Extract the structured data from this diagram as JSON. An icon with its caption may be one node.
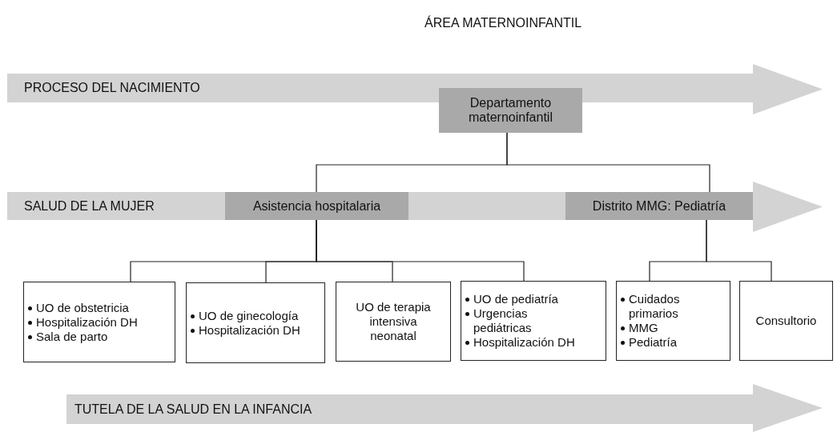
{
  "diagram": {
    "title": "ÁREA MATERNOINFANTIL",
    "nodes": [
      {
        "text": [
          "PROCESO DEL NACIMIENTO"
        ]
      },
      {
        "text": [
          "Departamento maternoinfantil"
        ]
      },
      {
        "text": [
          "SALUD DE LA MUJER"
        ]
      },
      {
        "text": [
          "Asistencia hospitalaria"
        ],
        "in": 2
      },
      {
        "text": [
          "Distrito MMG: Pediatría"
        ],
        "in": 2
      },
      {
        "text": [
          "UO de obstetricia",
          "Hospitalización DH",
          "Sala de parto"
        ]
      },
      {
        "text": [
          "UO de ginecología",
          "Hospitalización DH"
        ]
      },
      {
        "text": [
          "UO de terapia intensiva neonatal"
        ]
      },
      {
        "text": [
          "UO de pediatría",
          "Urgencias pediátricas",
          "Hospitalización DH"
        ]
      },
      {
        "text": [
          "Cuidados primarios",
          "MMG",
          "Pediatría"
        ]
      },
      {
        "text": [
          "Consultorio"
        ]
      },
      {
        "text": [
          "TUTELA DE LA SALUD EN LA INFANCIA"
        ]
      }
    ],
    "edges": [
      {
        "from": 1,
        "to": 3,
        "arrow": "none"
      },
      {
        "from": 1,
        "to": 4,
        "arrow": "none"
      },
      {
        "from": 3,
        "to": 5,
        "arrow": "none"
      },
      {
        "from": 3,
        "to": 6,
        "arrow": "none"
      },
      {
        "from": 3,
        "to": 7,
        "arrow": "none"
      },
      {
        "from": 3,
        "to": 8,
        "arrow": "none"
      },
      {
        "from": 4,
        "to": 9,
        "arrow": "none"
      },
      {
        "from": 4,
        "to": 10,
        "arrow": "none"
      }
    ]
  }
}
